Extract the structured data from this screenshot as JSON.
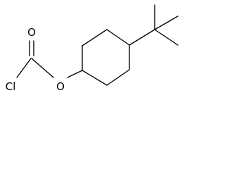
{
  "structure": {
    "atom_labels": {
      "carbonyl_oxygen": "O",
      "chlorine": "Cl",
      "ester_oxygen": "O"
    },
    "colors": {
      "bond": "#000000",
      "label": "#000000",
      "background": "#ffffff"
    }
  }
}
